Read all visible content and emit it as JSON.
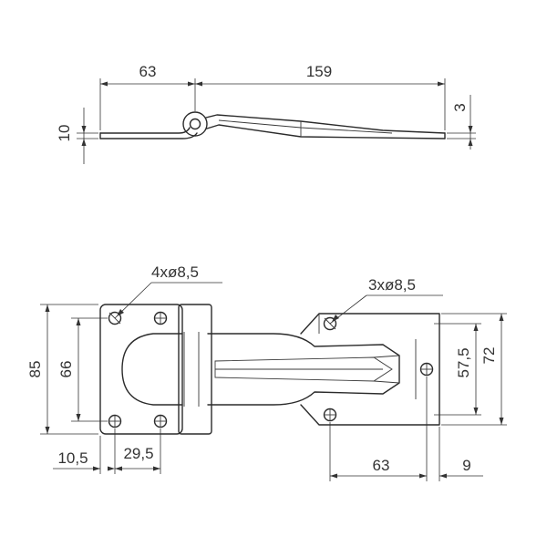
{
  "dimensions": {
    "side_left_length": "63",
    "side_right_length": "159",
    "side_thickness": "10",
    "side_plate_thickness": "3",
    "front_holes_left": "4xø8,5",
    "front_holes_right": "3xø8,5",
    "front_height_outer": "85",
    "front_hole_spacing_v": "66",
    "front_hole_offset": "10,5",
    "front_hole_spacing_h": "29,5",
    "front_right_hole_spacing": "63",
    "front_right_edge": "9",
    "front_right_inner_height": "57,5",
    "front_right_outer_height": "72"
  }
}
